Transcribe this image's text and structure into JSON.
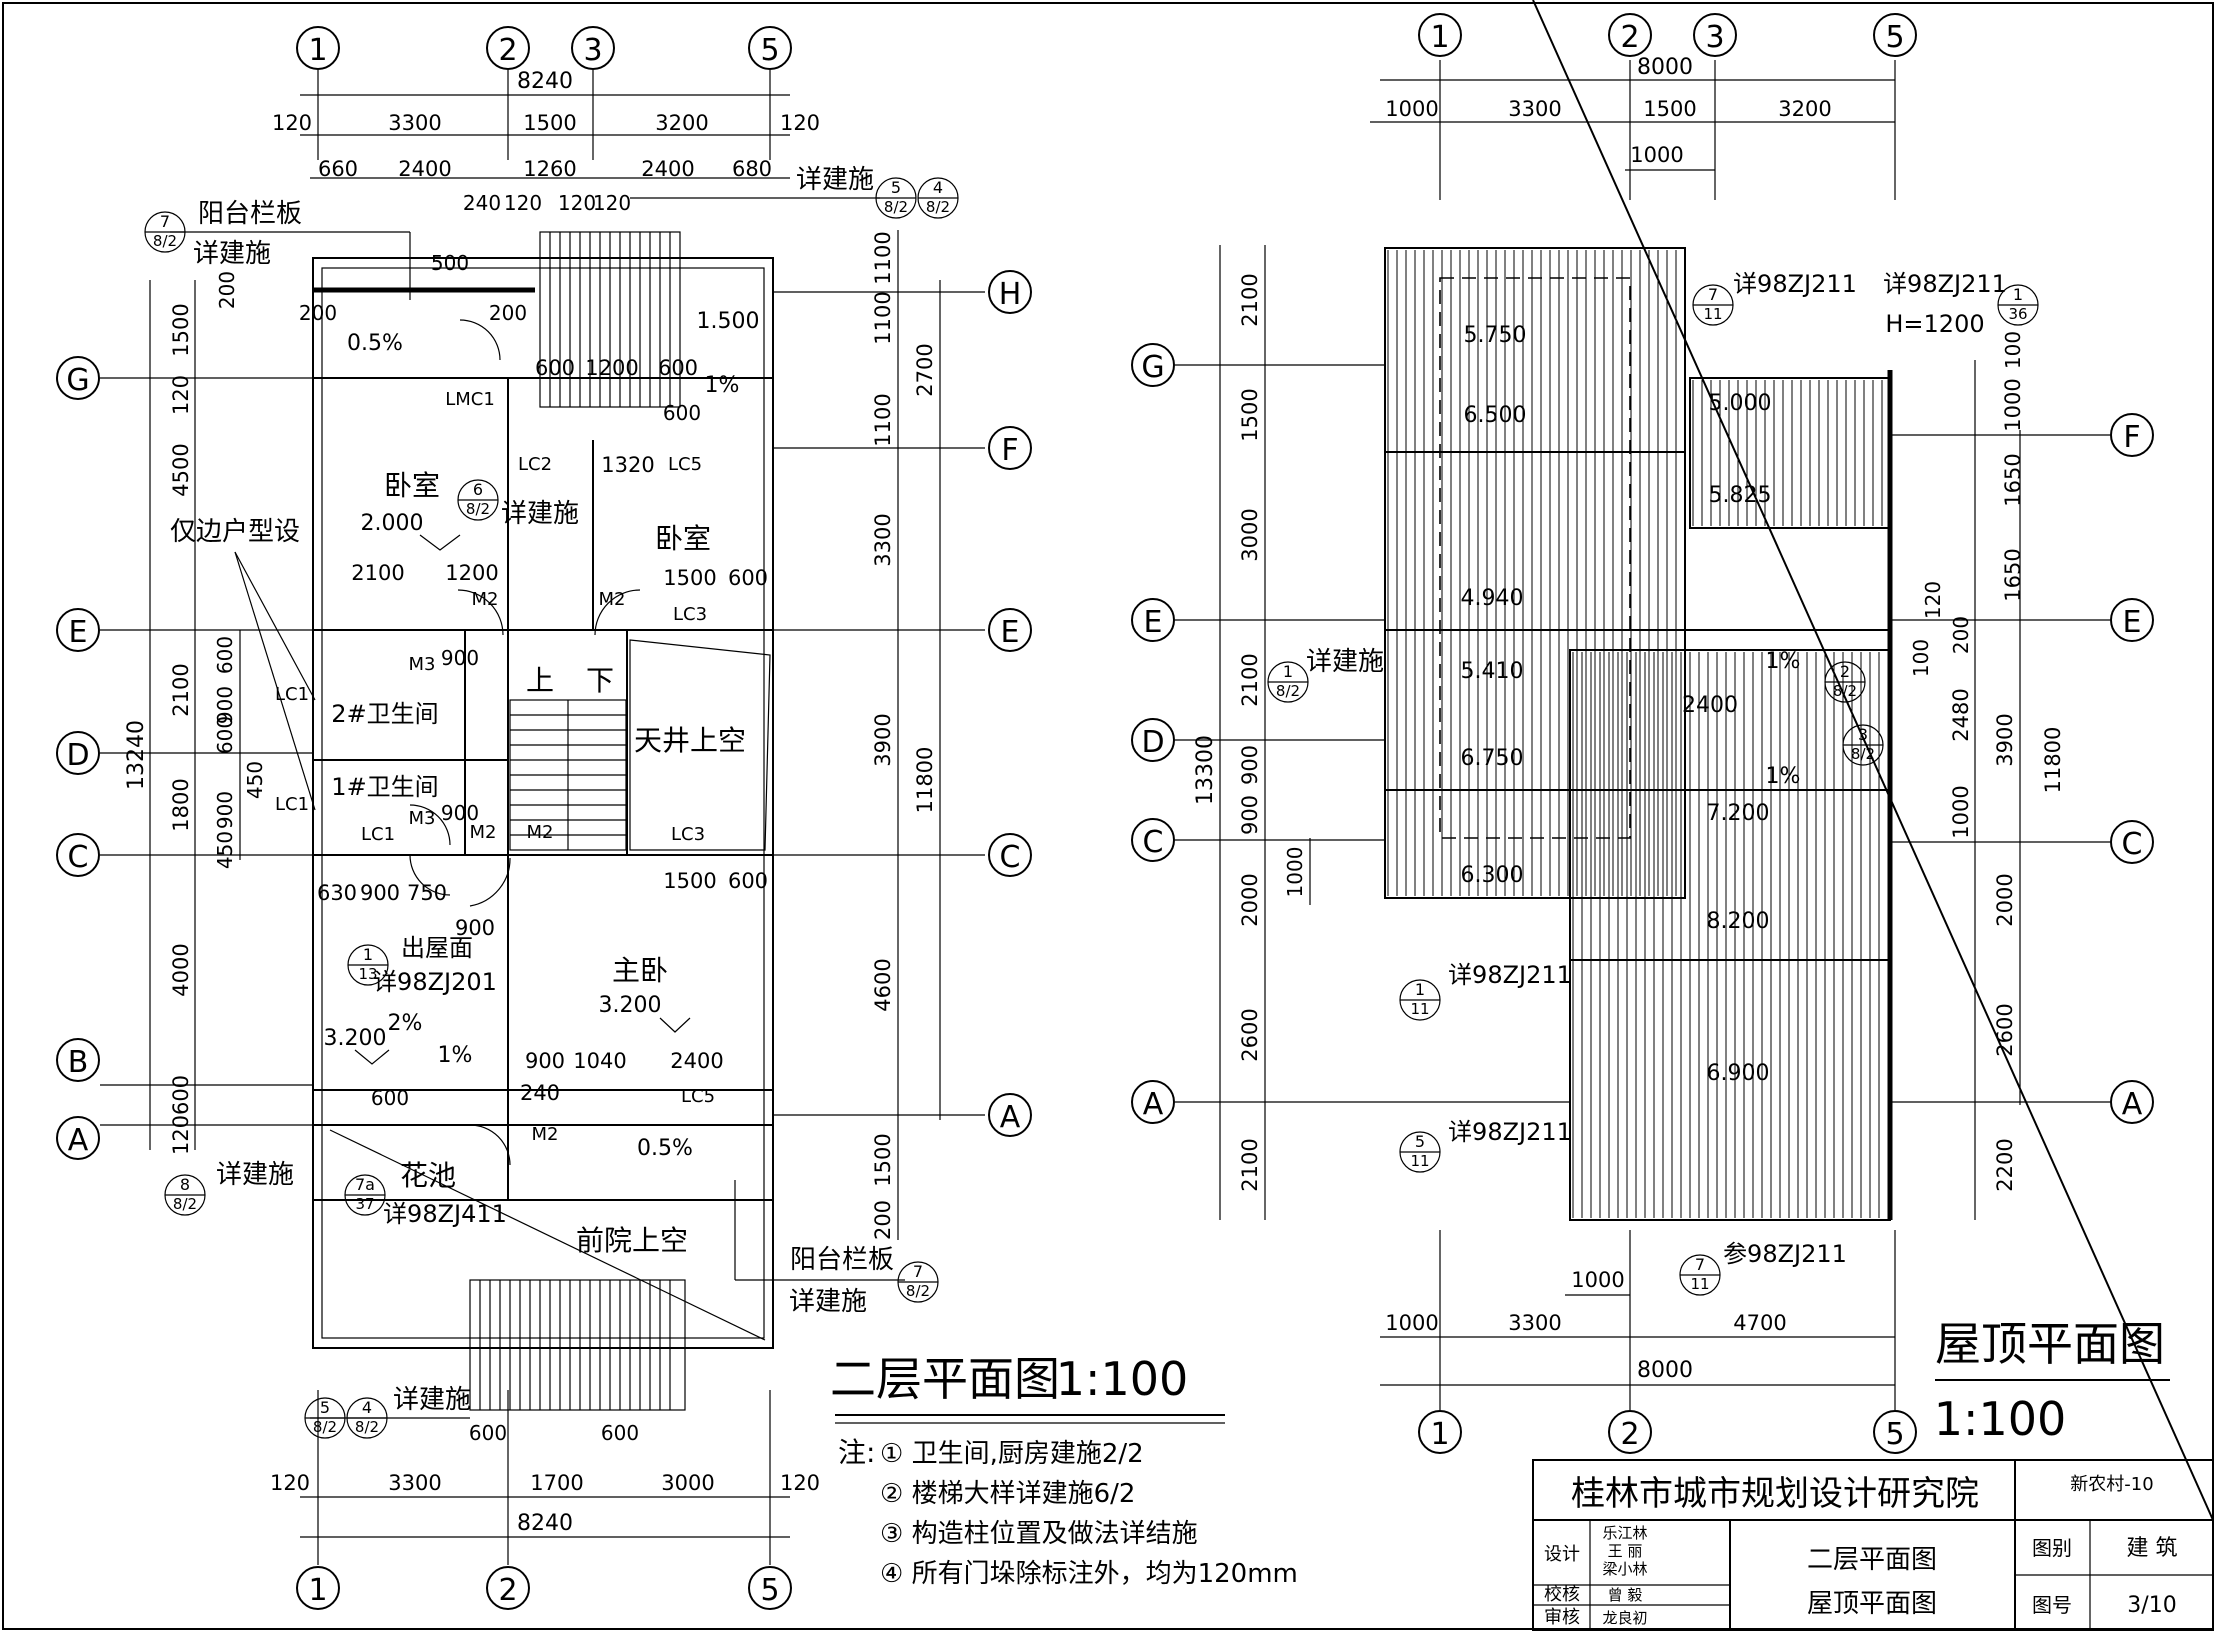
{
  "left_plan": {
    "title": "二层平面图",
    "scale": "1:100",
    "axes_top": [
      "1",
      "2",
      "3",
      "5"
    ],
    "axes_bottom": [
      "1",
      "2",
      "5"
    ],
    "axes_left": [
      "G",
      "E",
      "D",
      "C",
      "B",
      "A"
    ],
    "axes_right": [
      "H",
      "F",
      "E",
      "C",
      "A"
    ],
    "dims_top_total": "8240",
    "dims_top_row1": [
      "120",
      "3300",
      "1500",
      "3200",
      "120"
    ],
    "dims_top_row2": [
      "660",
      "2400",
      "1260",
      "2400",
      "680"
    ],
    "dims_top_row3": [
      "240",
      "120",
      "120",
      "120"
    ],
    "dims_bottom_total": "8240",
    "dims_bottom_row": [
      "120",
      "3300",
      "1700",
      "3000",
      "120"
    ],
    "dims_bottom_stair": [
      "600",
      "600"
    ],
    "dims_left_total": "13240",
    "dims_left": [
      "1500",
      "120",
      "4500",
      "2100",
      "1800",
      "4000",
      "600",
      "120"
    ],
    "dims_left_inner": [
      "200",
      "600",
      "900",
      "600",
      "450",
      "900",
      "450"
    ],
    "dims_right": [
      "1100",
      "1100",
      "1100",
      "2700",
      "3300",
      "3900",
      "11800",
      "4600",
      "1500",
      "200"
    ],
    "rooms": {
      "bedroom1": "卧室",
      "bedroom2": "卧室",
      "master": "主卧",
      "bath1": "1#卫生间",
      "bath2": "2#卫生间",
      "courtyard": "天井上空",
      "front_yard": "前院上空",
      "flower_bed": "花池",
      "roof_exit": "出屋面",
      "stairs_up": "上",
      "stairs_down": "下"
    },
    "elevations": [
      "2.000",
      "1.500",
      "3.200",
      "3.200"
    ],
    "slopes": [
      "0.5%",
      "1%",
      "2%",
      "1%",
      "0.5%"
    ],
    "doors": [
      "M2",
      "M2",
      "M3",
      "M3",
      "M2",
      "M2",
      "M2"
    ],
    "windows": [
      "LMC1",
      "LC2",
      "LC5",
      "LC3",
      "LC1",
      "LC1",
      "LC1",
      "LC3",
      "LC5"
    ],
    "inner_dims": [
      "2100",
      "1200",
      "1500",
      "600",
      "600",
      "1200",
      "600",
      "1320",
      "600",
      "900",
      "900",
      "630",
      "900",
      "750",
      "900",
      "1500",
      "600",
      "900",
      "1040",
      "2400",
      "240",
      "600",
      "500",
      "200",
      "200"
    ],
    "notes_labels": {
      "balcony_rail": "阳台栏板",
      "see_arch": "详建施",
      "side_unit": "仅边户型设",
      "zj201": "详98ZJ201",
      "zj411": "详98ZJ411"
    },
    "detail_refs": [
      {
        "top": "7",
        "bot": "8/2"
      },
      {
        "top": "5",
        "bot": "8/2"
      },
      {
        "top": "4",
        "bot": "8/2"
      },
      {
        "top": "6",
        "bot": "8/2"
      },
      {
        "top": "1",
        "bot": "13"
      },
      {
        "top": "8",
        "bot": "8/2"
      },
      {
        "top": "7a",
        "bot": "37"
      },
      {
        "top": "7",
        "bot": "8/2"
      },
      {
        "top": "5",
        "bot": "8/2"
      },
      {
        "top": "4",
        "bot": "8/2"
      }
    ],
    "notes_prefix": "注:",
    "notes": [
      "① 卫生间,厨房建施2/2",
      "② 楼梯大样详建施6/2",
      "③ 构造柱位置及做法详结施",
      "④ 所有门垛除标注外，均为120mm"
    ]
  },
  "right_plan": {
    "title": "屋顶平面图",
    "scale": "1:100",
    "axes_top": [
      "1",
      "2",
      "3",
      "5"
    ],
    "axes_bottom": [
      "1",
      "2",
      "5"
    ],
    "axes_left": [
      "G",
      "E",
      "D",
      "C",
      "A"
    ],
    "axes_right": [
      "F",
      "E",
      "C",
      "A"
    ],
    "dims_top_total": "8000",
    "dims_top_row": [
      "1000",
      "3300",
      "1500",
      "3200"
    ],
    "dims_top_small": "1000",
    "dims_bottom_total": "8000",
    "dims_bottom_row": [
      "1000",
      "3300",
      "4700"
    ],
    "dims_bottom_small": "1000",
    "dims_left_total": "13300",
    "dims_left": [
      "2100",
      "1500",
      "3000",
      "2100",
      "900",
      "900",
      "2000",
      "2600",
      "2100"
    ],
    "dims_left_small": "1000",
    "dims_right": [
      "100",
      "1000",
      "1650",
      "1650",
      "100",
      "120",
      "200",
      "2480",
      "1000",
      "3900",
      "11800",
      "2000",
      "2600",
      "2200"
    ],
    "elevations": [
      "5.750",
      "6.500",
      "5.000",
      "5.825",
      "4.940",
      "5.410",
      "6.750",
      "6.300",
      "7.200",
      "8.200",
      "6.900"
    ],
    "slopes": [
      "1%",
      "1%"
    ],
    "inner_dim": "2400",
    "labels": {
      "zj211_a": "详98ZJ211",
      "zj211_b": "详98ZJ211",
      "zj211_c": "详98ZJ211",
      "zj211_d": "详98ZJ211",
      "ref_zj211": "参98ZJ211",
      "height": "H=1200",
      "see_arch": "详建施"
    },
    "detail_refs": [
      {
        "top": "7",
        "bot": "11"
      },
      {
        "top": "1",
        "bot": "36"
      },
      {
        "top": "1",
        "bot": "8/2"
      },
      {
        "top": "2",
        "bot": "8/2"
      },
      {
        "top": "3",
        "bot": "8/2"
      },
      {
        "top": "1",
        "bot": "11"
      },
      {
        "top": "5",
        "bot": "11"
      },
      {
        "top": "7",
        "bot": "11"
      }
    ]
  },
  "title_block": {
    "institute": "桂林市城市规划设计研究院",
    "project": "新农村-10",
    "design_label": "设计",
    "designers": [
      "乐江林",
      "王 丽",
      "梁小林"
    ],
    "check_label": "校核",
    "checker": "曾 毅",
    "review_label": "审核",
    "reviewer": "龙良初",
    "drawing_name1": "二层平面图",
    "drawing_name2": "屋顶平面图",
    "category_label": "图别",
    "category": "建 筑",
    "number_label": "图号",
    "number": "3/10"
  }
}
